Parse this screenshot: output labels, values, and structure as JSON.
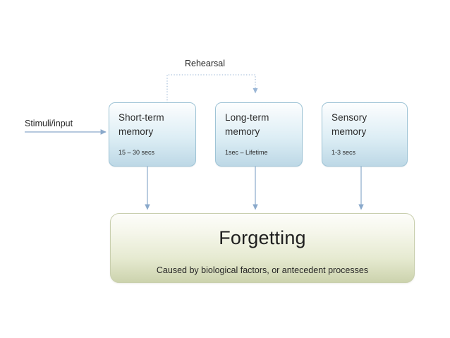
{
  "diagram": {
    "background_color": "#ffffff",
    "memory_box_colors": {
      "border": "#9fc4d6",
      "fill_top": "#fdfefe",
      "fill_bottom": "#bdd8e6"
    },
    "forgetting_box_colors": {
      "border": "#c9cfae",
      "fill_top": "#fdfdfa",
      "fill_bottom": "#ccd3ad"
    },
    "connector_color": "#7f9fc4",
    "dotted_connector_color": "#9ab6d6"
  },
  "labels": {
    "stimuli_input": "Stimuli/input",
    "rehearsal": "Rehearsal"
  },
  "memory_stores": [
    {
      "id": "short-term-memory",
      "title": "Short-term memory",
      "title_line1": "Short-term",
      "title_line2": "memory",
      "duration": "15 – 30 secs"
    },
    {
      "id": "long-term-memory",
      "title": "Long-term memory",
      "title_line1": "Long-term",
      "title_line2": "memory",
      "duration": "1sec – Lifetime"
    },
    {
      "id": "sensory-memory",
      "title": "Sensory memory",
      "title_line1": "Sensory",
      "title_line2": "memory",
      "duration": "1-3 secs"
    }
  ],
  "outcome": {
    "title": "Forgetting",
    "subtitle": "Caused by biological factors, or antecedent processes"
  }
}
